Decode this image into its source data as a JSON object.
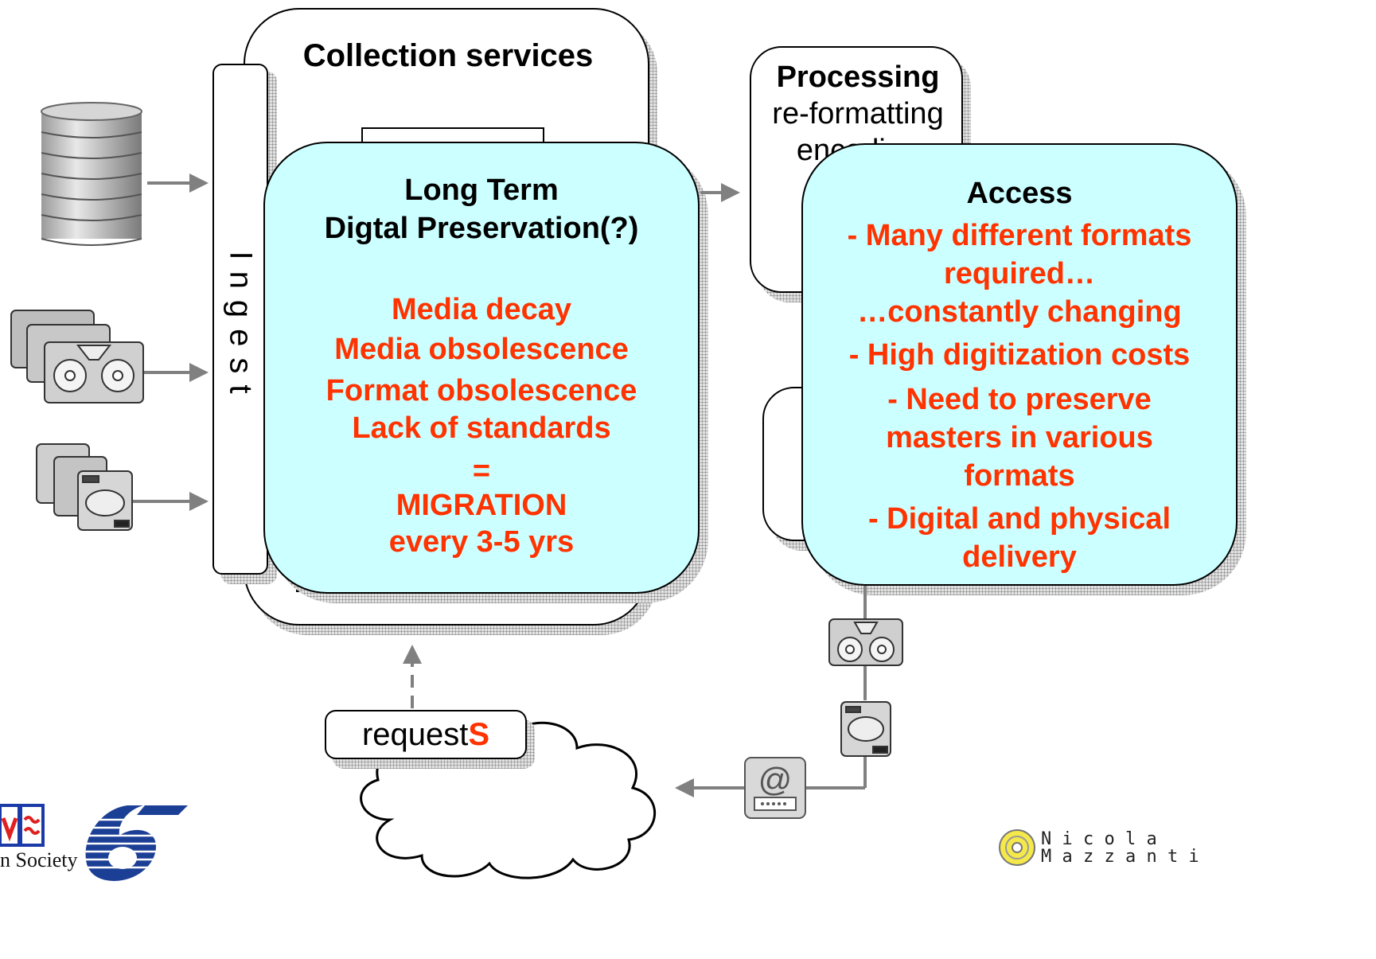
{
  "collection": {
    "title": "Collection services"
  },
  "ingest": {
    "label": "Ingest"
  },
  "processing": {
    "title": "Processing",
    "line1": "re-formatting",
    "line2": "encoding"
  },
  "preservation": {
    "title1": "Long Term",
    "title2": "Digtal Preservation(?)",
    "problems": [
      "Media decay",
      "Media obsolescence",
      "Format obsolescence",
      "Lack of standards"
    ],
    "equals": "=",
    "result1": "MIGRATION",
    "result2": "every 3-5 yrs"
  },
  "access": {
    "title": "Access",
    "items": [
      "- Many different formats required…",
      "…constantly changing",
      "- High digitization costs",
      "- Need to preserve masters in various formats",
      "- Digital and physical delivery"
    ]
  },
  "requests": {
    "base": "request",
    "accent": "S"
  },
  "footer": {
    "society_text": "n Society",
    "author_first": "N i c o l a",
    "author_last": "M a z z a n t i"
  },
  "colors": {
    "accent_red": "#ff3300",
    "box_fill": "#ccffff",
    "arrow_gray": "#808080"
  },
  "icons": [
    "database-icon",
    "tape-icon",
    "hard-drive-icon",
    "cloud-icon",
    "email-router-icon",
    "ist-logo-icon",
    "fp6-logo-icon",
    "author-logo-icon"
  ]
}
